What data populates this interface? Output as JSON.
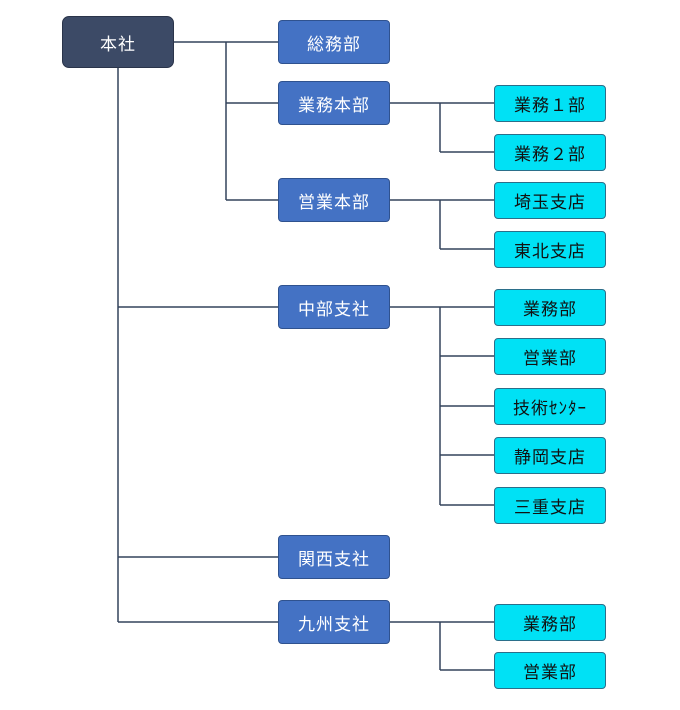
{
  "colors": {
    "root_fill": "#3c4a66",
    "department_fill": "#4472c4",
    "section_fill": "#00e1f5",
    "connector": "#33435c"
  },
  "org": {
    "root": "本社",
    "headquarters": [
      {
        "label": "総務部",
        "children": []
      },
      {
        "label": "業務本部",
        "children": [
          "業務１部",
          "業務２部"
        ]
      },
      {
        "label": "営業本部",
        "children": [
          "埼玉支店",
          "東北支店"
        ]
      }
    ],
    "branches": [
      {
        "label": "中部支社",
        "children": [
          "業務部",
          "営業部",
          "技術ｾﾝﾀｰ",
          "静岡支店",
          "三重支店"
        ]
      },
      {
        "label": "関西支社",
        "children": []
      },
      {
        "label": "九州支社",
        "children": [
          "業務部",
          "営業部"
        ]
      }
    ]
  }
}
